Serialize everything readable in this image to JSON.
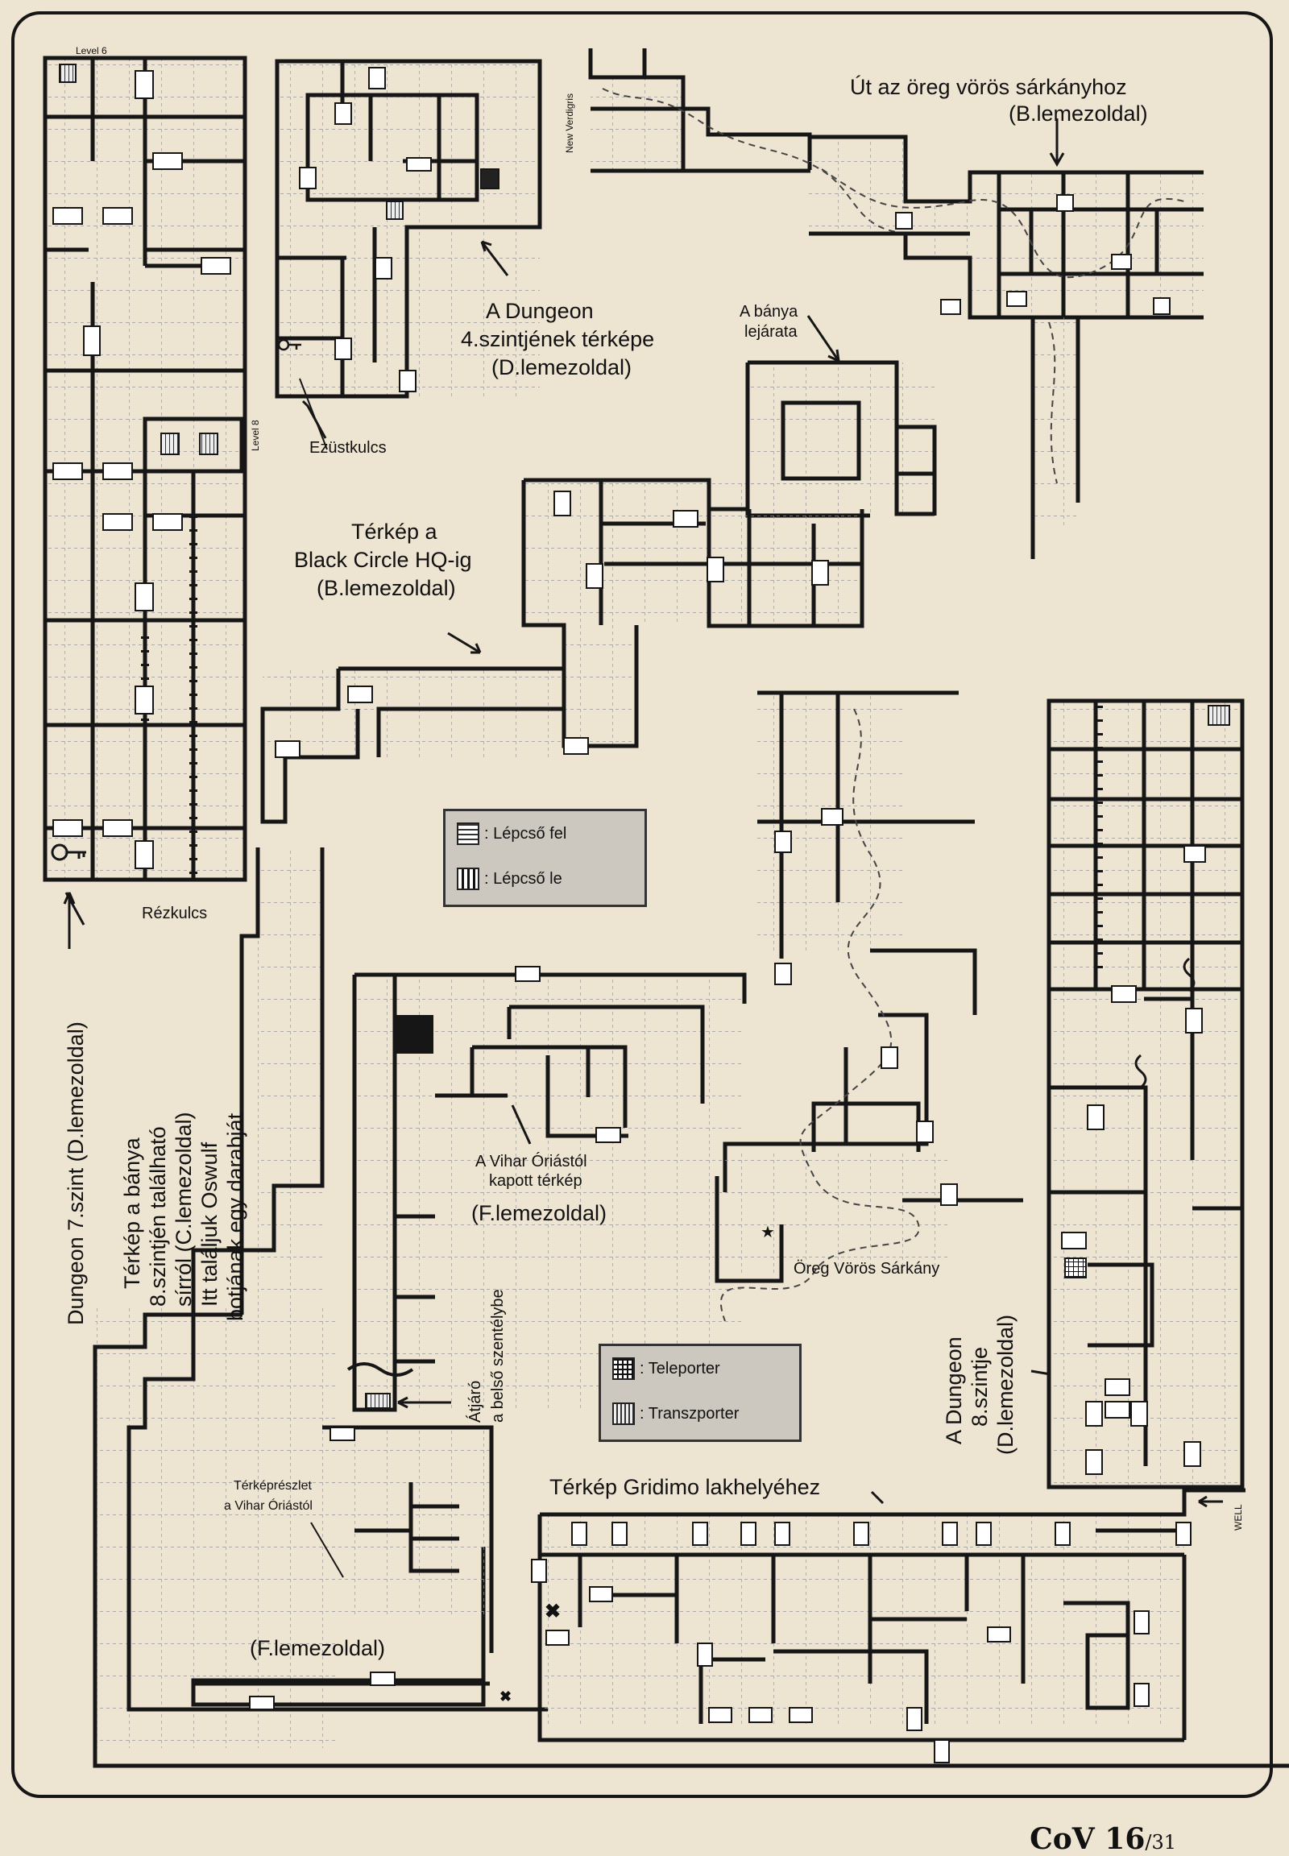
{
  "labels": {
    "red_dragon_path": "Út az öreg vörös sárkányhoz",
    "red_dragon_side": "(B.lemezoldal)",
    "dungeon4_l1": "A Dungeon",
    "dungeon4_l2": "4.szintjének térképe",
    "dungeon4_l3": "(D.lemezoldal)",
    "mine_l1": "A bánya",
    "mine_l2": "lejárata",
    "silver_key": "Ezüstkulcs",
    "black_circle_l1": "Térkép a",
    "black_circle_l2": "Black Circle HQ-ig",
    "black_circle_l3": "(B.lemezoldal)",
    "copper_key": "Rézkulcs",
    "storm_giant_l1": "A Vihar Óriástól",
    "storm_giant_l2": "kapott térkép",
    "storm_giant_l3": "(F.lemezoldal)",
    "old_red_dragon": "Öreg Vörös Sárkány",
    "passage_l1": "Átjáró",
    "passage_l2": "a belső szentélybe",
    "fragment_l1": "Térképrészlet",
    "fragment_l2": "a Vihar Óriástól",
    "fragment_side": "(F.lemezoldal)",
    "gridimo": "Térkép Gridimo lakhelyéhez",
    "well": "WELL",
    "dungeon7": "Dungeon 7.szint (D.lemezoldal)",
    "mine8_l1": "Térkép a bánya",
    "mine8_l2": "8.szintjén található",
    "mine8_l3": "sírról (C.lemezoldal)",
    "mine8_l4": "Itt találjuk Oswulf",
    "mine8_l5": "botjának egy darabját",
    "dungeon8_l1": "A Dungeon",
    "dungeon8_l2": "8.szintje",
    "dungeon8_l3": "(D.lemezoldal)",
    "level6": "Level 6",
    "level8": "Level 8",
    "verdigris": "New Verdigris"
  },
  "legend_stairs": {
    "up": ": Lépcső fel",
    "down": ": Lépcső le"
  },
  "legend_teleport": {
    "teleporter": ": Teleporter",
    "transporter": ": Transzporter"
  },
  "footer": {
    "brand": "CoV 16",
    "page": "/31"
  },
  "colors": {
    "paper": "#ede4d2",
    "ink": "#161616",
    "grid": "#9a9a9a",
    "legend_bg": "#cdc8bf"
  }
}
